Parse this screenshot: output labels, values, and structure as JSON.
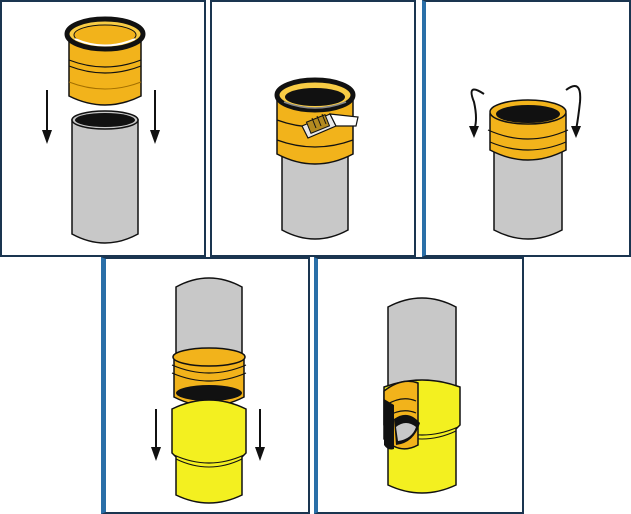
{
  "colors": {
    "pipe": "#c8c8c8",
    "pipe_dark": "#a9a9a9",
    "coupling": "#f2b31b",
    "coupling_light": "#f8cc45",
    "sleeve": "#f3f020",
    "outline": "#111111",
    "frame": "#1a3550",
    "frame_accent": "#2a6fa8"
  },
  "steps": [
    {
      "id": 1,
      "icons": [
        "down-arrow-icon",
        "down-arrow-icon"
      ]
    },
    {
      "id": 2,
      "icons": []
    },
    {
      "id": 3,
      "icons": [
        "curved-arrow-icon",
        "curved-arrow-icon"
      ]
    },
    {
      "id": 4,
      "icons": [
        "down-arrow-icon",
        "down-arrow-icon"
      ]
    },
    {
      "id": 5,
      "icons": []
    }
  ]
}
